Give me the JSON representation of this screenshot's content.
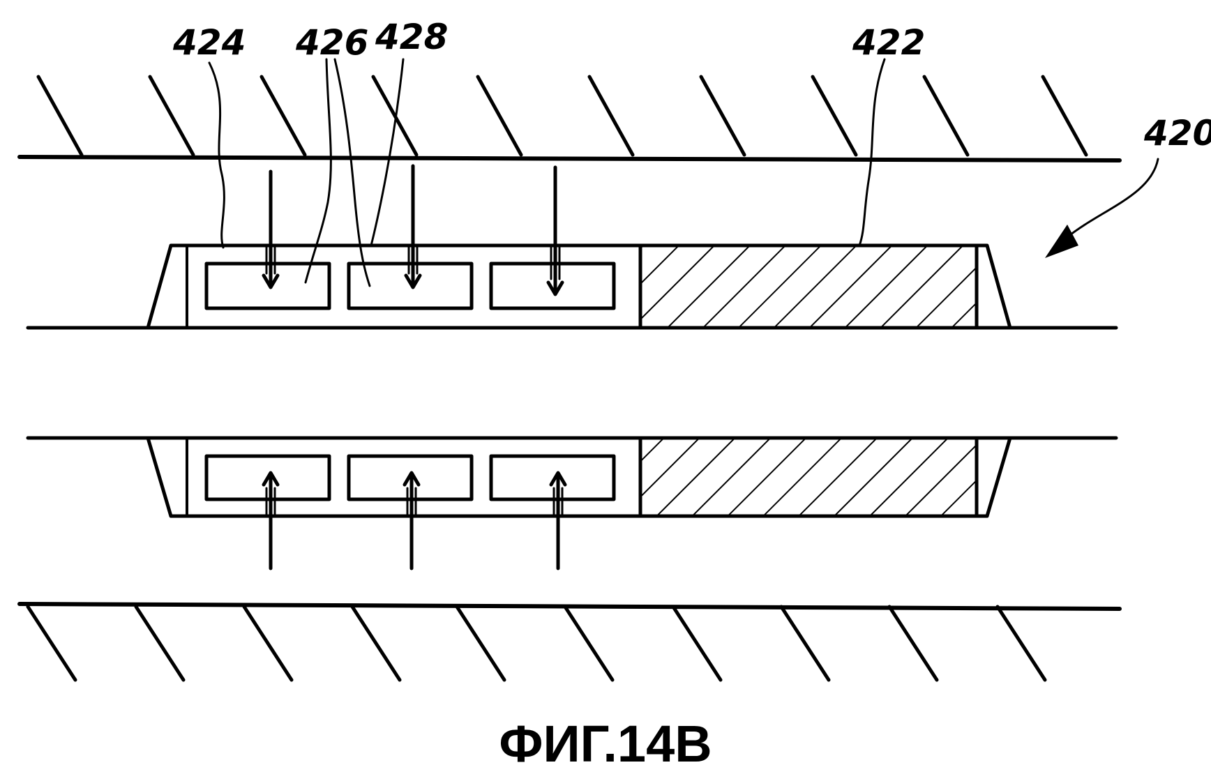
{
  "figure": {
    "caption": "ФИГ.14В",
    "labels": {
      "ref_424": "424",
      "ref_426": "426",
      "ref_428": "428",
      "ref_422": "422",
      "ref_420": "420"
    }
  },
  "colors": {
    "ink": "#000000",
    "paper": "#ffffff"
  }
}
